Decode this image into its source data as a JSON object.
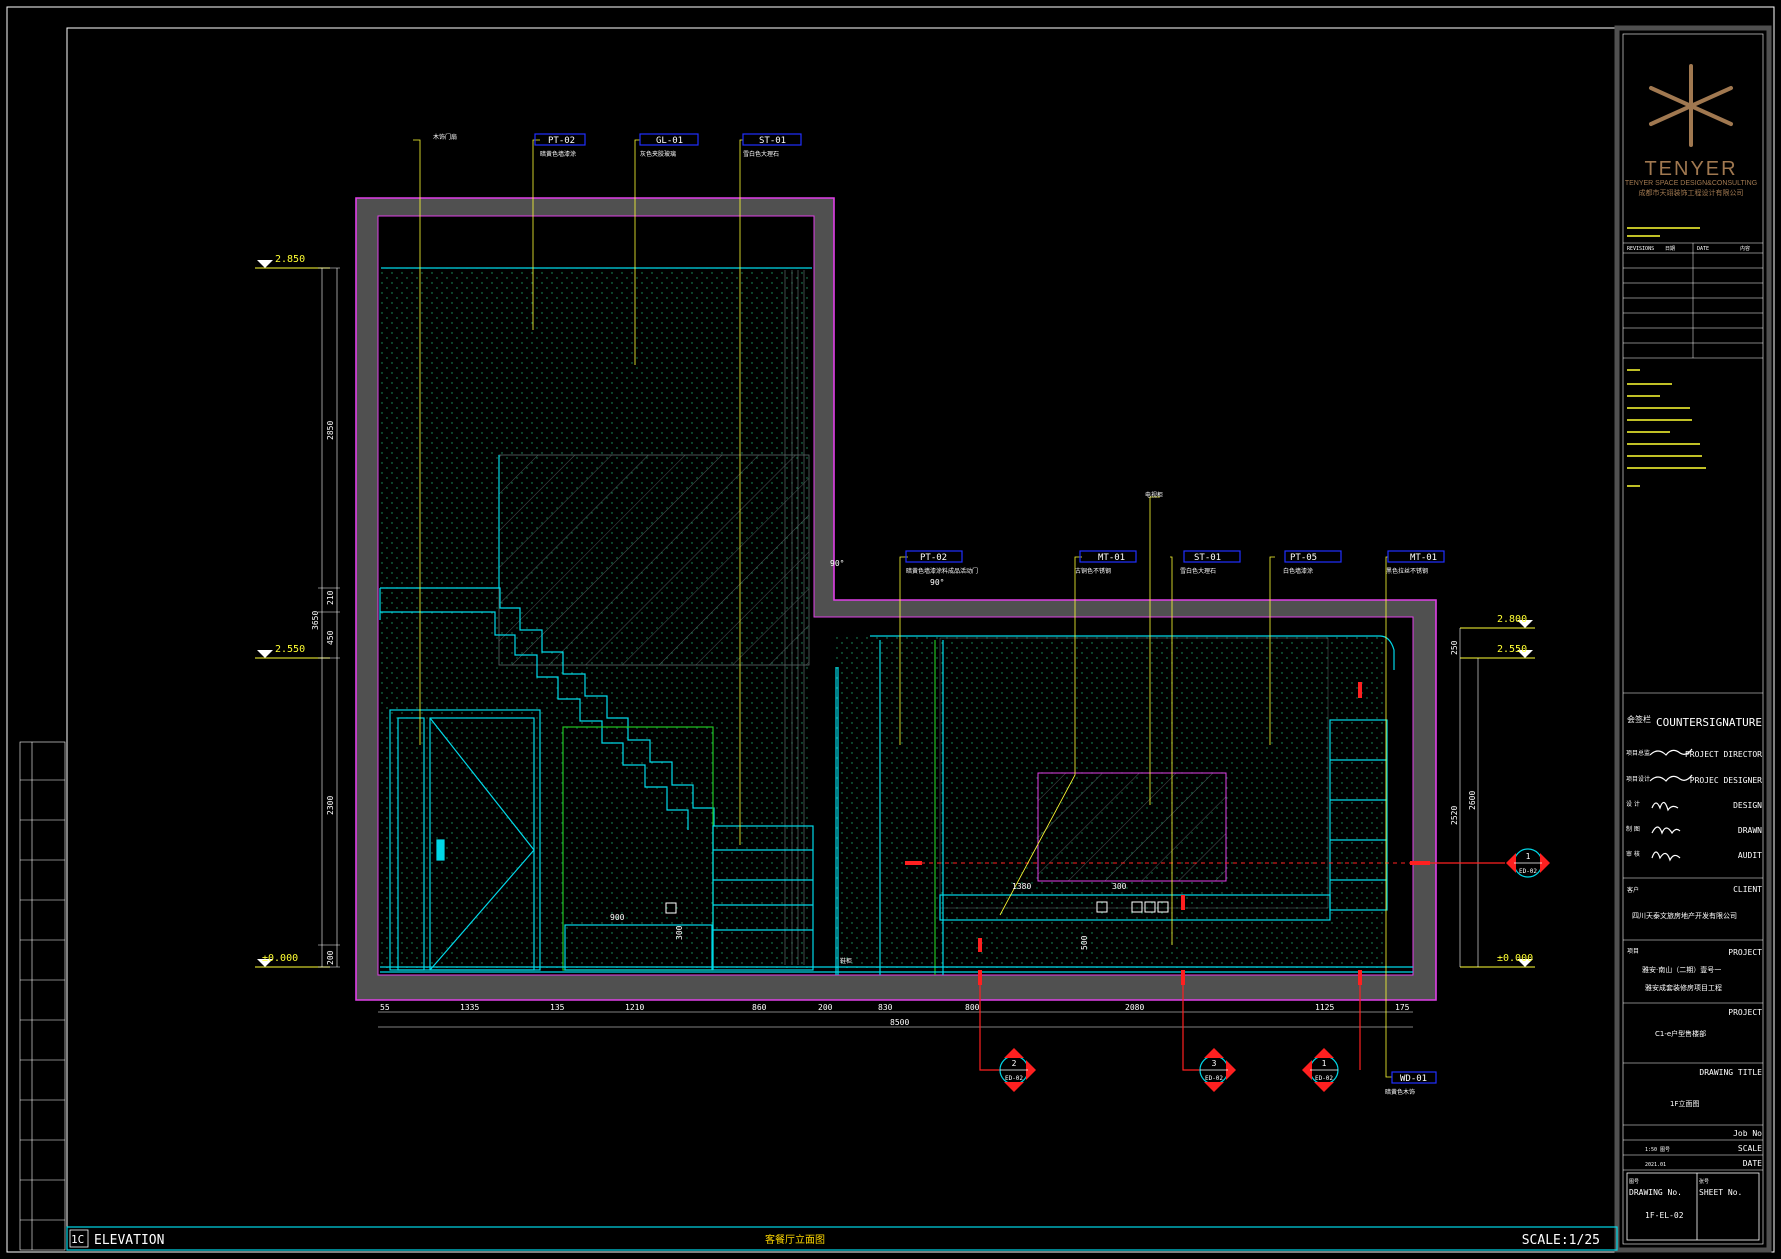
{
  "colors": {
    "bg": "#000000",
    "frame": "#ffffff",
    "cyan": "#00d8e8",
    "magenta": "#e040e8",
    "yellow": "#ffff33",
    "red": "#ff2020",
    "blue": "#2030ff",
    "green": "#20c020",
    "grey": "#505050",
    "logo": "#a07850",
    "title_yellow": "#ffd800"
  },
  "logo": {
    "name": "TENYER",
    "line1": "TENYER SPACE DESIGN&CONSULTING",
    "line2": "成都市天翊装饰工程设计有限公司"
  },
  "titleblock": {
    "rev_headers": [
      "REVISIONS",
      "日期",
      "DATE",
      "内容"
    ],
    "countersign_cn": "会签栏",
    "countersign": "COUNTERSIGNATURE",
    "roles": [
      "PROJECT DIRECTOR",
      "PROJEC DESIGNER",
      "DESIGN",
      "DRAWN",
      "AUDIT"
    ],
    "role_cn": [
      "项目总监",
      "项目设计",
      "设 计",
      "制 图",
      "审 核"
    ],
    "client_label": "CLIENT",
    "client_cn": "客户",
    "client_name": "四川天泰文旅房地产开发有限公司",
    "project_label": "PROJECT",
    "project_cn": "项目",
    "project_name_1": "雅安·南山（二期）壹号一",
    "project_name_2": "雅安成套装修房项目工程",
    "project_label2": "PROJECT",
    "project_name_3": "C1-e户型售楼部",
    "drawing_title_label": "DRAWING TITLE",
    "drawing_title": "1F立面图",
    "jobno_label": "Job No",
    "scale_label": "SCALE",
    "date_label": "DATE",
    "scale_val": "1:50 图号",
    "date_val": "2021.01",
    "drawing_no_label": "DRAWING No.",
    "sheet_no_label": "SHEET No.",
    "drawing_no_cn": "图号",
    "sheet_no_cn": "张号",
    "drawing_no": "1F-EL-02"
  },
  "bottom_bar": {
    "code": "1C",
    "label": "ELEVATION",
    "title": "客餐厅立面图",
    "scale": "SCALE:1/25"
  },
  "levels": {
    "l1": "2.850",
    "l2": "2.550",
    "l3": "±0.000",
    "r1": "2.800",
    "r2": "2.550",
    "r3": "±0.000"
  },
  "left_dims": [
    "2850",
    "3650",
    "210",
    "450",
    "2300",
    "200"
  ],
  "right_dims": [
    "250",
    "2520",
    "2600"
  ],
  "bottom_dims": [
    "55",
    "1335",
    "135",
    "1210",
    "860",
    "200",
    "830",
    "800",
    "2080",
    "1125",
    "175"
  ],
  "total_dim": "8500",
  "tags": [
    {
      "code": "PT-02",
      "desc": "暗黄色墙漆涂"
    },
    {
      "code": "GL-01",
      "desc": "灰色夹胶玻璃"
    },
    {
      "code": "ST-01",
      "desc": "雪白色大理石"
    },
    {
      "code": "PT-02",
      "desc": "暗黄色墙漆涂料成品活动门"
    },
    {
      "code": "MT-01",
      "desc": "古铜色不锈钢"
    },
    {
      "code": "ST-01",
      "desc": "雪白色大理石"
    },
    {
      "code": "PT-05",
      "desc": "白色墙漆涂"
    },
    {
      "code": "MT-01",
      "desc": "黑色拉丝不锈钢"
    },
    {
      "code": "WD-01",
      "desc": "暗黄色木饰"
    }
  ],
  "misc_labels": {
    "door": "木饰门扇",
    "tv": "电视柜",
    "shoe": "鞋柜",
    "angle1": "90°",
    "angle2": "90°",
    "d900": "900",
    "d300": "300",
    "d1380": "1380",
    "d300b": "300",
    "d500": "500"
  },
  "section_marks": [
    {
      "num": "1",
      "ref": "ED-02"
    },
    {
      "num": "2",
      "ref": "ED-02"
    },
    {
      "num": "3",
      "ref": "ED-02"
    },
    {
      "num": "1",
      "ref": "ED-02"
    }
  ]
}
